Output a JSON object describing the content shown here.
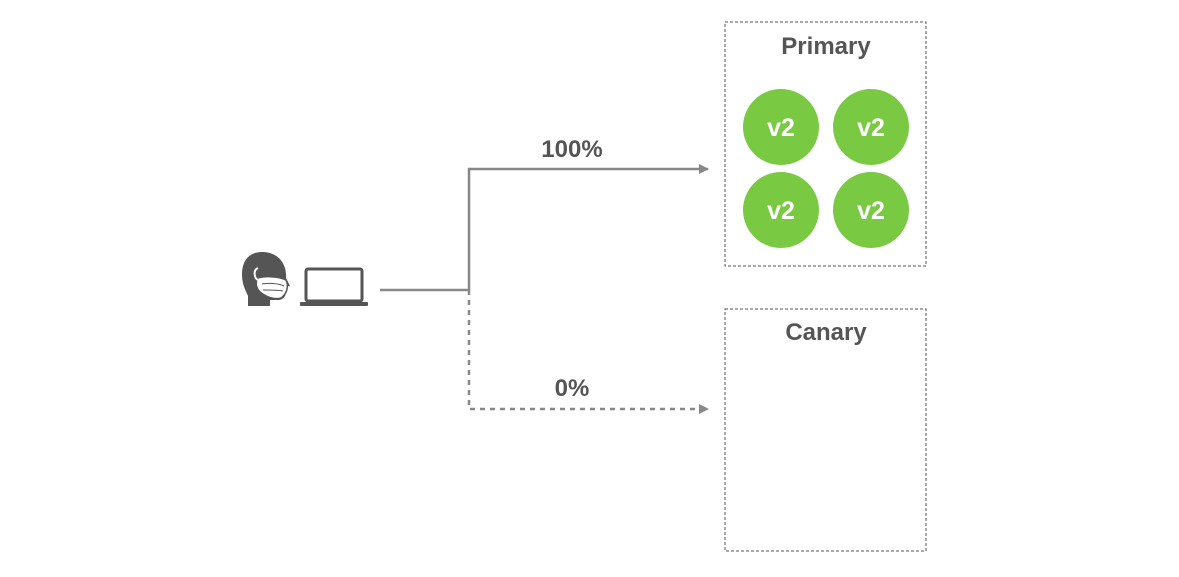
{
  "primary": {
    "title": "Primary",
    "pods": [
      "v2",
      "v2",
      "v2",
      "v2"
    ]
  },
  "canary": {
    "title": "Canary",
    "pods": []
  },
  "routes": {
    "primary_weight": "100%",
    "canary_weight": "0%"
  },
  "colors": {
    "pod_fill": "#7ac943",
    "line": "#888888",
    "text": "#555555",
    "icon": "#555555"
  },
  "icons": {
    "user": "masked-person-icon",
    "device": "laptop-icon"
  }
}
